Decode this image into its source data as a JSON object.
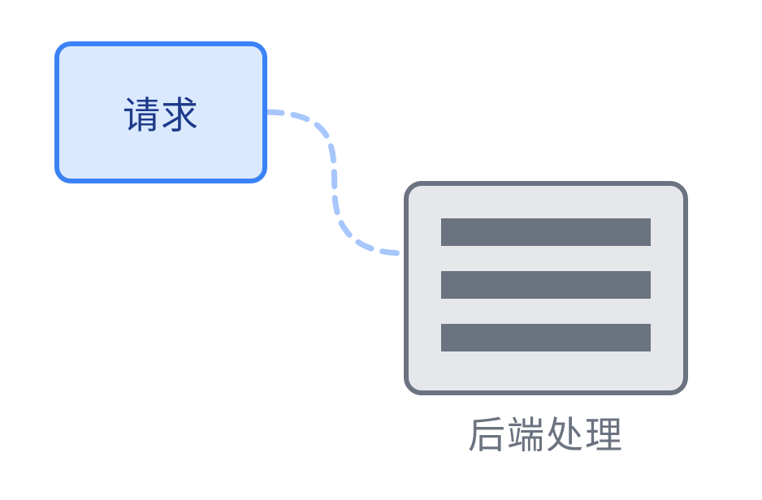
{
  "nodes": {
    "request": {
      "label": "请求"
    },
    "backend": {
      "label": "后端处理",
      "icon": "server-list-icon"
    }
  },
  "edges": [
    {
      "from": "request",
      "to": "backend",
      "style": "dashed"
    }
  ],
  "colors": {
    "request_border": "#3b82f6",
    "request_fill": "#dbe9fe",
    "request_text": "#1e3a8a",
    "backend_border": "#6b7280",
    "backend_fill": "#e5e7eb",
    "backend_bar": "#6b7280",
    "backend_text": "#6b7280",
    "connector": "#a7c6fb"
  }
}
